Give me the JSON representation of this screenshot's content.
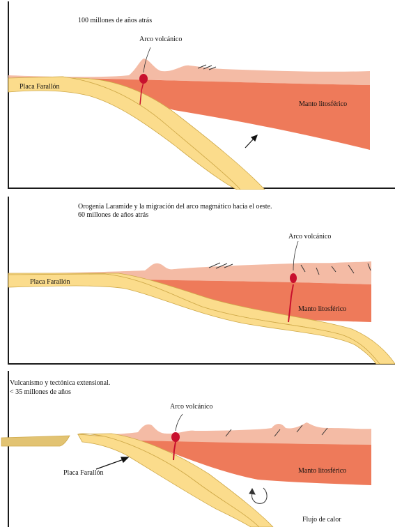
{
  "colors": {
    "crust": "#f4bba5",
    "mantle": "#ee7a5a",
    "slab": "#fbdc8c",
    "slab_edge": "#cfa949",
    "magma": "#c8102e",
    "border": "#1a1a1a"
  },
  "panel1": {
    "title": "100 millones de años atrás",
    "arc_label": "Arco volcánico",
    "plate_label": "Placa Farallón",
    "mantle_label": "Manto litosférico"
  },
  "panel2": {
    "title_line1": "Orogenia Laramide y la migración del arco magmático hacia el oeste.",
    "title_line2": "60 millones de años atrás",
    "arc_label": "Arco volcánico",
    "plate_label": "Placa Farallón",
    "mantle_label": "Manto litosférico"
  },
  "panel3": {
    "title_line1": "Vulcanismo y tectónica extensional.",
    "title_line2": "< 35 millones de años",
    "arc_label": "Arco volcánico",
    "plate_label": "Placa Farallón",
    "mantle_label": "Manto litosférico",
    "heat_label": "Flujo de calor"
  }
}
